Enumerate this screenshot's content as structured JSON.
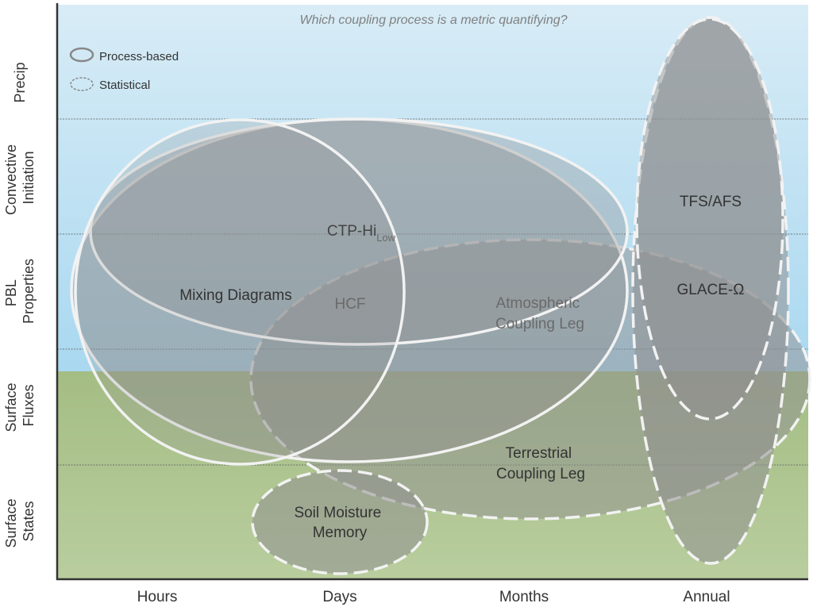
{
  "title": "Which coupling process is a metric quantifying?",
  "legend": {
    "process": "Process-based",
    "statistical": "Statistical"
  },
  "y_axis": {
    "precip": [
      "Precip"
    ],
    "convective": [
      "Convective",
      "Initiation"
    ],
    "pbl": [
      "PBL",
      "Properties"
    ],
    "fluxes": [
      "Surface",
      "Fluxes"
    ],
    "states": [
      "Surface",
      "States"
    ]
  },
  "x_axis": {
    "hours": "Hours",
    "days": "Days",
    "months": "Months",
    "annual": "Annual"
  },
  "labels": {
    "ctp_base": "CTP-Hi",
    "ctp_sub": "Low",
    "mixing": "Mixing Diagrams",
    "hcf": "HCF",
    "atm_line1": "Atmospheric",
    "atm_line2": "Coupling Leg",
    "terr_line1": "Terrestrial",
    "terr_line2": "Coupling Leg",
    "soil_line1": "Soil Moisture",
    "soil_line2": "Memory",
    "tfs": "TFS/AFS",
    "glace": "GLACE-Ω"
  },
  "colors": {
    "sky_top": "#d8ecf6",
    "sky_bottom": "#a9d8f0",
    "grass_top": "#a4bd84",
    "grass_bottom": "#b9cd9e",
    "ellipse_fill": "#8f8f8f",
    "outline": "#f2f2f2",
    "axis": "#333333",
    "gridline": "#555555"
  }
}
